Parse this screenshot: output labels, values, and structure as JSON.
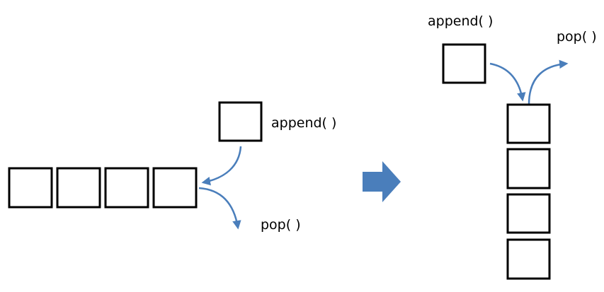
{
  "colors": {
    "box_stroke": "#000000",
    "arrow": "#4a7ebb",
    "background": "#ffffff"
  },
  "left": {
    "append_label": "append( )",
    "pop_label": "pop( )",
    "queue_box_count": 4
  },
  "transition": {
    "icon": "right-arrow-icon"
  },
  "right": {
    "append_label": "append( )",
    "pop_label": "pop( )",
    "stack_box_count": 4
  }
}
